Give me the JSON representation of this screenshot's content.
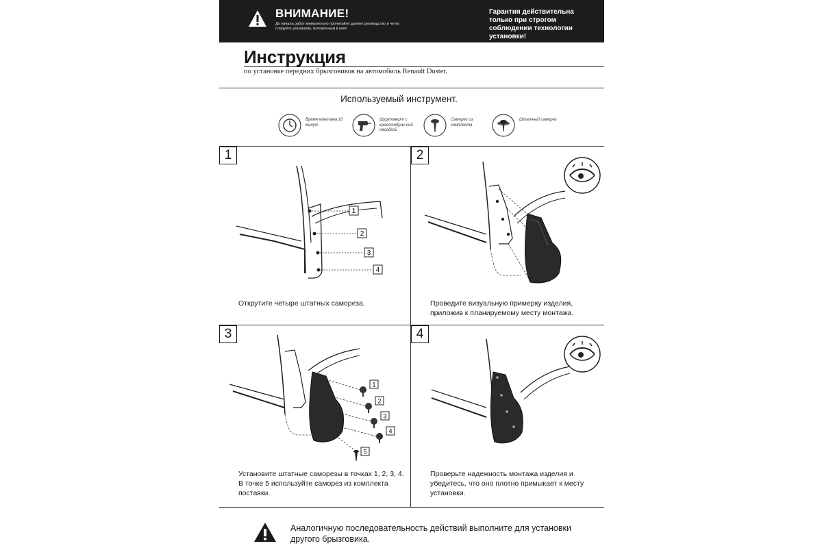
{
  "banner": {
    "title": "ВНИМАНИЕ!",
    "text": "До начала работ внимательно прочитайте данное руководство и четко следуйте указаниям, изложенным в нем!",
    "guarantee": "Гарантия действительна только при строгом соблюдении технологии установки!"
  },
  "document": {
    "title": "Инструкция",
    "subtitle": "по установке передних брызговиков на автомобиль Renault Duster."
  },
  "tools": {
    "heading": "Используемый инструмент.",
    "items": [
      {
        "icon": "clock-icon",
        "label": "Время монтажа 10 минут"
      },
      {
        "icon": "screwdriver-icon",
        "label": "Шуруповерт с крестообраз-ной насадкой"
      },
      {
        "icon": "screw-icon",
        "label": "Саморез из комплекта"
      },
      {
        "icon": "standard-screw-icon",
        "label": "Штатный саморез"
      }
    ]
  },
  "steps": [
    {
      "number": "1",
      "caption": "Открутите четыре штатных самореза.",
      "callouts": [
        "1",
        "2",
        "3",
        "4"
      ]
    },
    {
      "number": "2",
      "caption": "Проведите визуальную примерку изделия, приложив к планируемому месту монтажа.",
      "callouts": []
    },
    {
      "number": "3",
      "caption": "Установите штатные саморезы в точках 1, 2, 3, 4. В точке 5 используйте саморез из комплекта поставки.",
      "callouts": [
        "1",
        "2",
        "3",
        "4",
        "5"
      ]
    },
    {
      "number": "4",
      "caption": "Проверьте надежность монтажа изделия и убедитесь, что оно плотно примыкает к месту установки.",
      "callouts": []
    }
  ],
  "footer": {
    "text": "Аналогичную последовательность действий выполните для установки другого брызговика."
  }
}
